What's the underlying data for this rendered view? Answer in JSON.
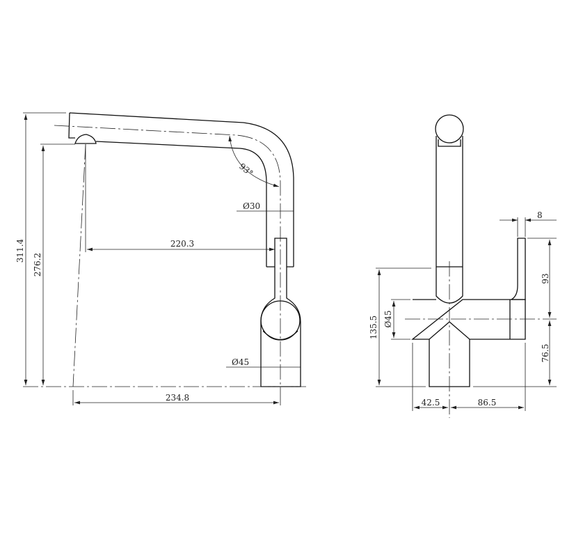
{
  "side_view": {
    "total_height": "311.4",
    "spout_height": "276.2",
    "reach": "220.3",
    "base_to_outlet": "234.8",
    "angle": "93°",
    "spout_diameter": "Ø30",
    "body_diameter": "Ø45"
  },
  "front_view": {
    "height": "135.5",
    "body_diameter": "Ø45",
    "lever_width": "8",
    "lever_height": "93",
    "axis_height": "76.5",
    "left_offset": "42.5",
    "right_offset": "86.5"
  }
}
